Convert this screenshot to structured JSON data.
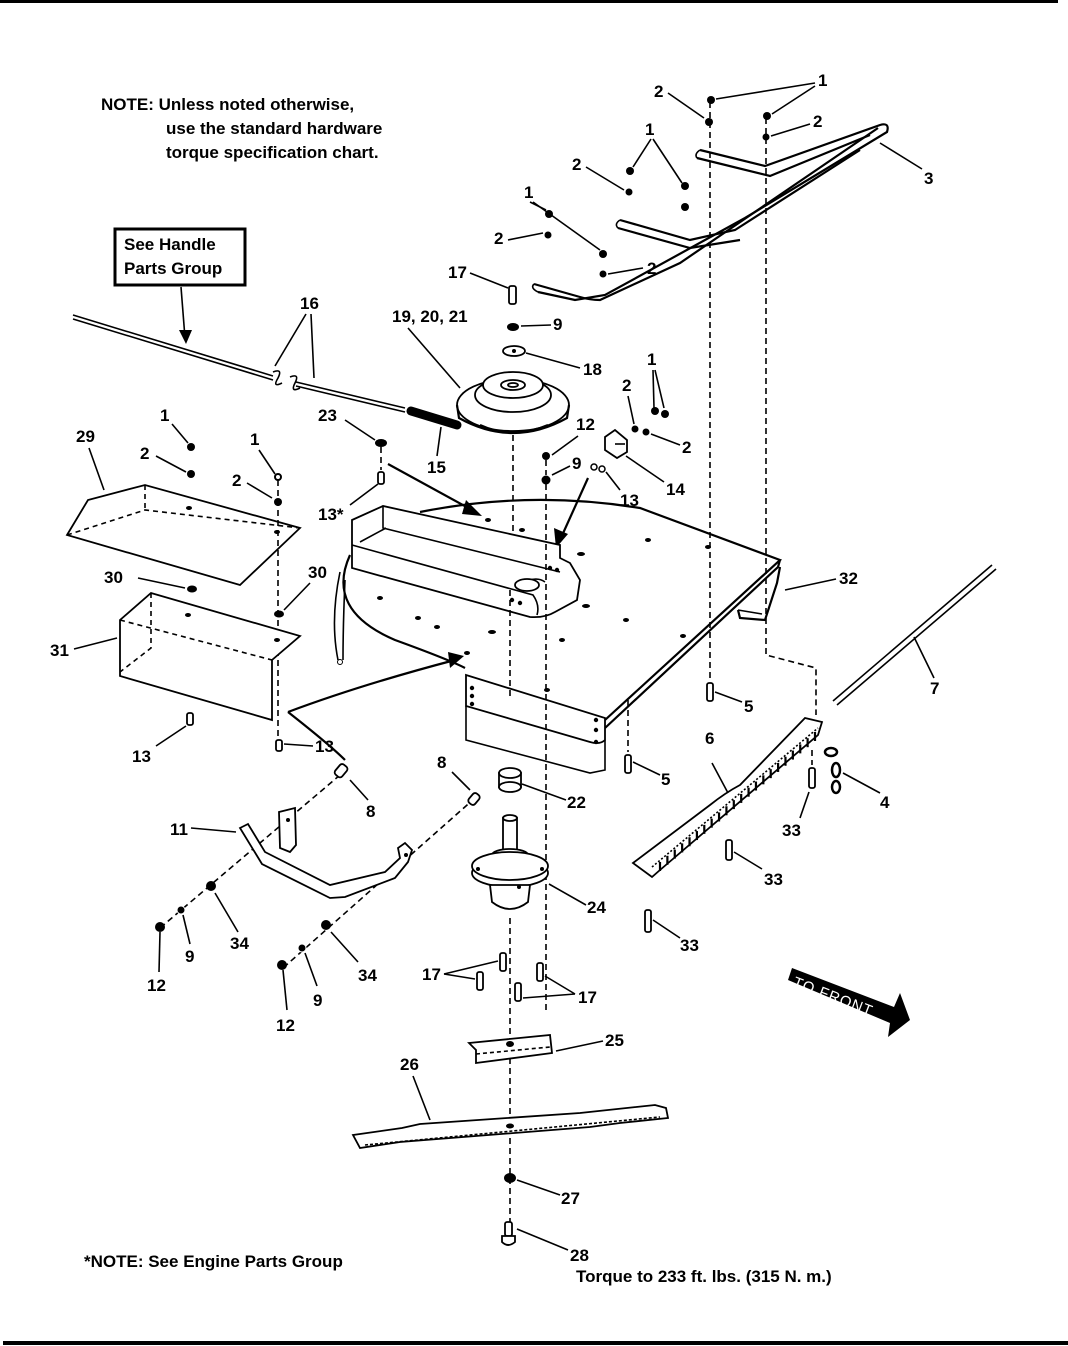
{
  "notes": {
    "top_note_lines": [
      "NOTE: Unless noted otherwise,",
      "use the standard hardware",
      "torque specification chart."
    ],
    "see_handle_box_lines": [
      "See Handle",
      "Parts Group"
    ],
    "engine_note": "*NOTE: See Engine Parts Group",
    "torque_note": "Torque to 233 ft. lbs. (315 N. m.)",
    "direction_arrow": "TO FRONT"
  },
  "callouts": {
    "c1_a": "1",
    "c2_a": "2",
    "c2_b": "2",
    "c3": "3",
    "c1_b": "1",
    "c2_c": "2",
    "c1_c": "1",
    "c2_d": "2",
    "c2_e": "2",
    "c17_top": "17",
    "c16": "16",
    "c19_20_21": "19, 20, 21",
    "c9_top": "9",
    "c18": "18",
    "c1_d": "1",
    "c2_f": "2",
    "c2_g": "2",
    "c14": "14",
    "c12_top": "12",
    "c9_mid": "9",
    "c13_mid": "13",
    "c23": "23",
    "c15": "15",
    "c13_star": "13*",
    "c29": "29",
    "c1_e": "1",
    "c2_h": "2",
    "c1_f": "1",
    "c2_i": "2",
    "c30_a": "30",
    "c30_b": "30",
    "c31": "31",
    "c32": "32",
    "c7": "7",
    "c13_b": "13",
    "c13_c": "13",
    "c5_a": "5",
    "c5_b": "5",
    "c6": "6",
    "c4": "4",
    "c33_a": "33",
    "c33_b": "33",
    "c33_c": "33",
    "c8_a": "8",
    "c8_b": "8",
    "c22": "22",
    "c11": "11",
    "c24": "24",
    "c34_a": "34",
    "c9_a": "9",
    "c12_a": "12",
    "c34_b": "34",
    "c9_b": "9",
    "c12_b": "12",
    "c17_a": "17",
    "c17_b": "17",
    "c25": "25",
    "c26": "26",
    "c27": "27",
    "c28": "28"
  }
}
